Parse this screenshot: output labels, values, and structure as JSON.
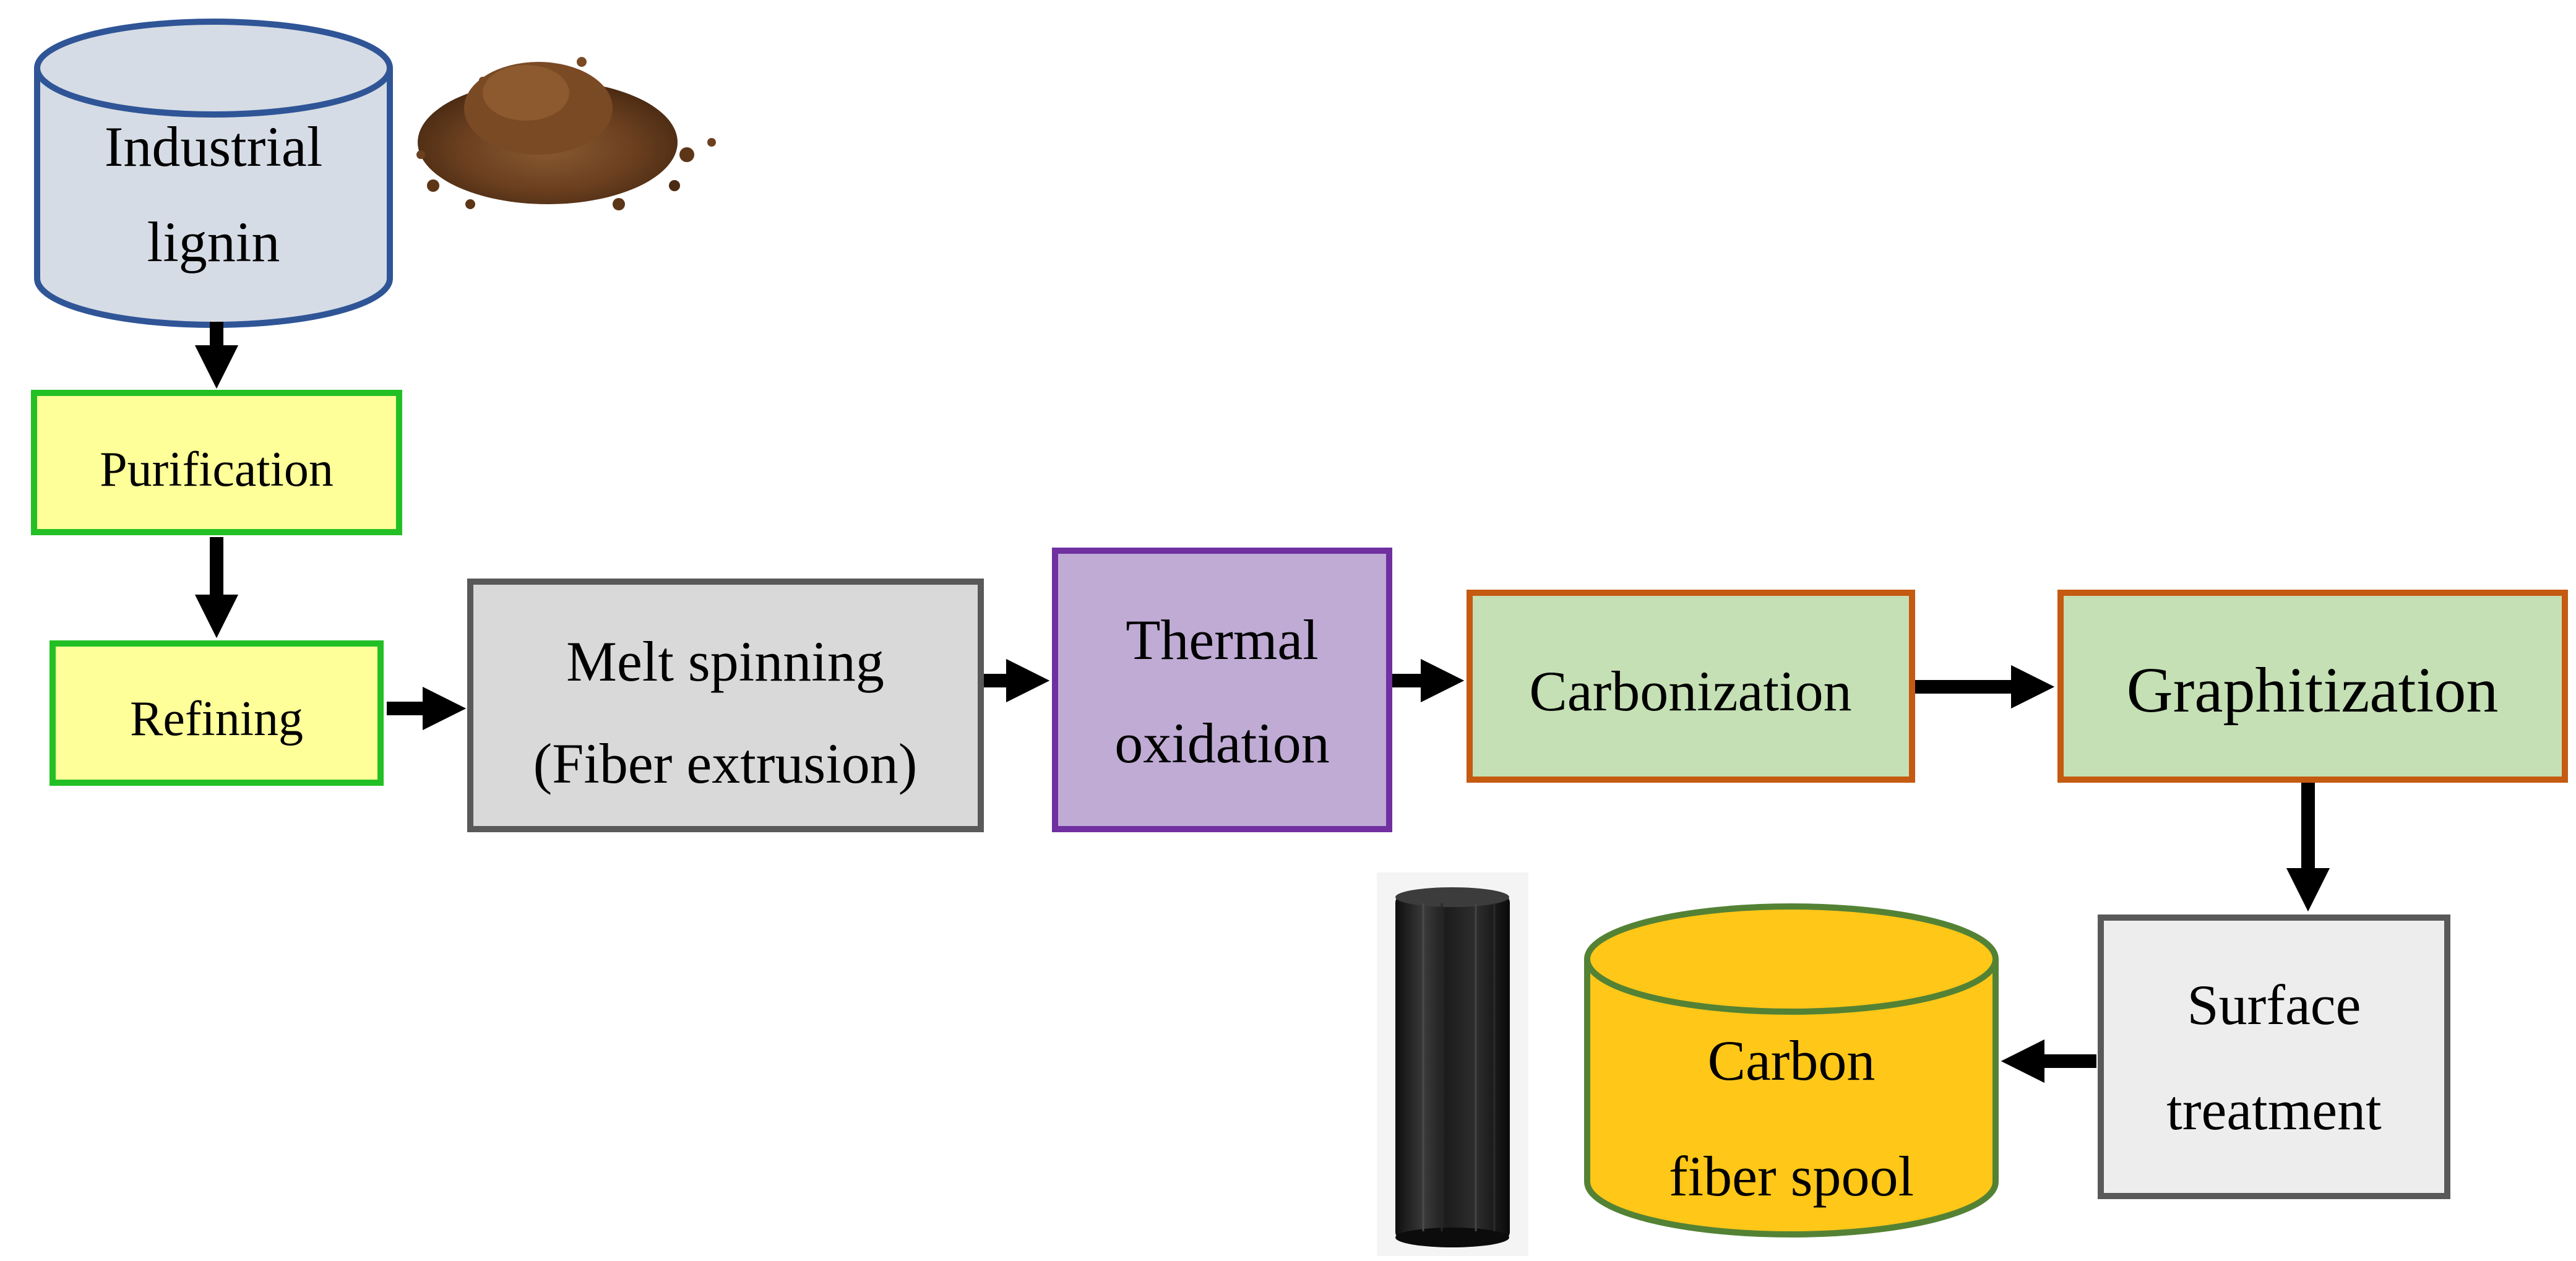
{
  "nodes": {
    "industrial_lignin": {
      "line1": "Industrial",
      "line2": "lignin",
      "fill": "#D6DCE5",
      "stroke": "#2F5597"
    },
    "purification": {
      "label": "Purification",
      "fill": "#FFFF99",
      "stroke": "#22C024"
    },
    "refining": {
      "label": "Refining",
      "fill": "#FFFF99",
      "stroke": "#22C024"
    },
    "melt_spinning": {
      "line1": "Melt spinning",
      "line2": "(Fiber extrusion)",
      "fill": "#D9D9D9",
      "stroke": "#595959"
    },
    "thermal_oxidation": {
      "line1": "Thermal",
      "line2": "oxidation",
      "fill": "#BFABD4",
      "stroke": "#7030A0"
    },
    "carbonization": {
      "label": "Carbonization",
      "fill": "#C5E0B4",
      "stroke": "#C55A11"
    },
    "graphitization": {
      "label": "Graphitization",
      "fill": "#C5E0B4",
      "stroke": "#C55A11"
    },
    "surface_treatment": {
      "line1": "Surface",
      "line2": "treatment",
      "fill": "#EDEDED",
      "stroke": "#595959"
    },
    "carbon_fiber_spool": {
      "line1": "Carbon",
      "line2": "fiber spool",
      "fill": "#FFC718",
      "stroke": "#548235"
    }
  },
  "images": {
    "lignin_powder": "lignin-powder-icon",
    "fiber_spool": "carbon-fiber-spool-photo"
  },
  "arrow_color": "#000000"
}
